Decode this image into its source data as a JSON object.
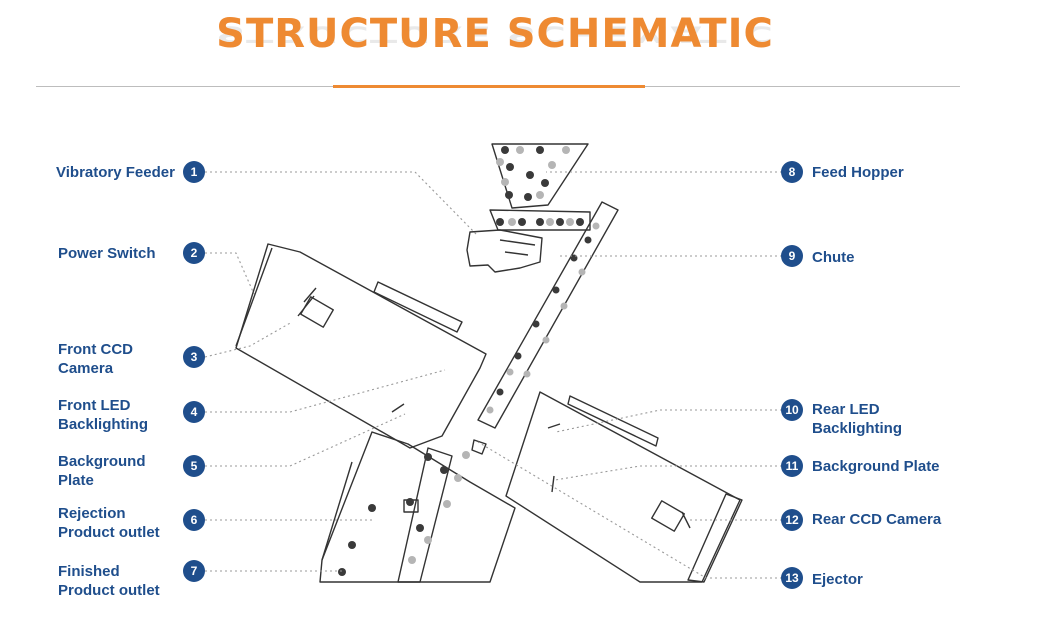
{
  "title": "STRUCTURE SCHEMATIC",
  "colors": {
    "accent": "#ee8a32",
    "label": "#1f4e8c",
    "dark_material": "#3a3a3a",
    "light_material": "#b5b5b5"
  },
  "callouts": [
    {
      "num": "1",
      "label": "Vibratory Feeder"
    },
    {
      "num": "2",
      "label": "Power Switch"
    },
    {
      "num": "3",
      "label": "Front CCD Camera"
    },
    {
      "num": "4",
      "label": "Front LED Backlighting"
    },
    {
      "num": "5",
      "label": "Background Plate"
    },
    {
      "num": "6",
      "label": "Rejection Product outlet"
    },
    {
      "num": "7",
      "label": "Finished Product outlet"
    },
    {
      "num": "8",
      "label": "Feed Hopper"
    },
    {
      "num": "9",
      "label": "Chute"
    },
    {
      "num": "10",
      "label": "Rear LED Backlighting"
    },
    {
      "num": "11",
      "label": "Background Plate"
    },
    {
      "num": "12",
      "label": "Rear CCD Camera"
    },
    {
      "num": "13",
      "label": "Ejector"
    }
  ]
}
